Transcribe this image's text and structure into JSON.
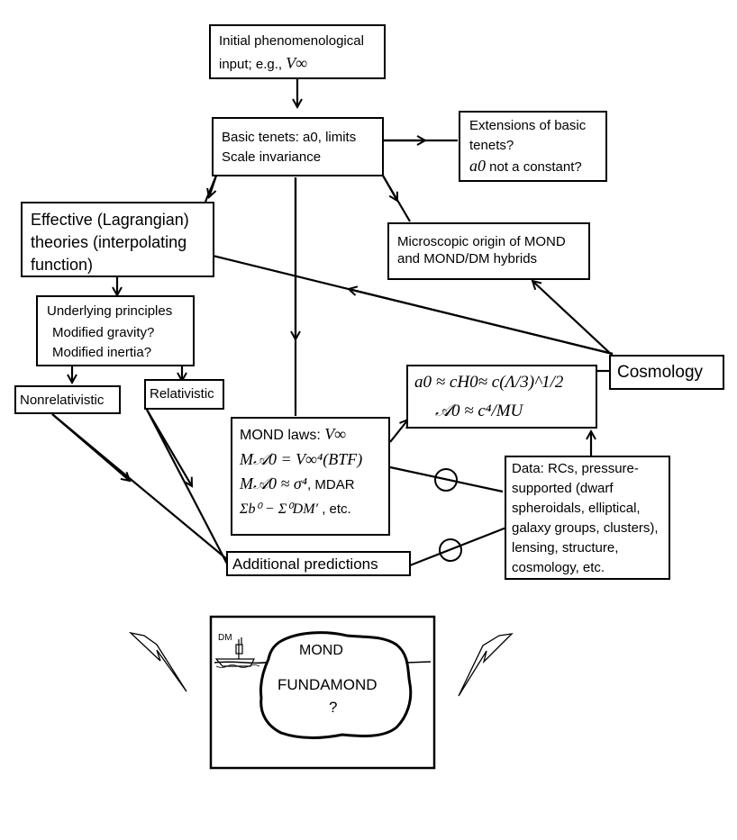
{
  "nodes": {
    "initial": {
      "line1": "Initial phenomenological",
      "line2_prefix": "input; e.g., ",
      "line2_math": "V∞"
    },
    "basic_tenets": {
      "line1": "Basic tenets: a0, limits",
      "line2": "Scale invariance"
    },
    "extensions": {
      "line1": "Extensions of basic",
      "line2": "tenets?",
      "line3_math": "a0",
      "line3_rest": " not a constant?"
    },
    "effective": {
      "line1": "Effective (Lagrangian)",
      "line2": "theories (interpolating",
      "line3": "function)"
    },
    "microscopic": {
      "line1": "Microscopic origin of MOND",
      "line2": "and  MOND/DM hybrids"
    },
    "principles": {
      "line1": "Underlying principles",
      "line2": "Modified gravity?",
      "line3": "Modified inertia?"
    },
    "nonrelativistic": {
      "label": "Nonrelativistic"
    },
    "relativistic": {
      "label": "Relativistic"
    },
    "cosmology": {
      "label": "Cosmology"
    },
    "a0_relation": {
      "line1": "a0 ≈ cH0≈ c(Λ/3)^1/2",
      "line2": "𝒜0 ≈ c⁴/MU"
    },
    "mond_laws": {
      "line1_text": "MOND laws:  ",
      "line1_math": "V∞",
      "line2": "M𝒜0 = V∞⁴(BTF)",
      "line3_math": "M𝒜0 ≈ σ⁴",
      "line3_rest": ", MDAR",
      "line4_math": "Σb⁰ − Σ⁰DM′",
      "line4_rest": " , etc."
    },
    "data": {
      "lines": [
        "Data: RCs, pressure-",
        "supported (dwarf",
        "spheroidals, elliptical,",
        "galaxy groups, clusters),",
        "lensing, structure,",
        "cosmology, etc."
      ]
    },
    "additional": {
      "label": "Additional predictions"
    }
  },
  "illustration": {
    "dm_label": "DM",
    "mond_label": "MOND",
    "fundamond_label": "FUNDAMOND",
    "question": "?"
  }
}
